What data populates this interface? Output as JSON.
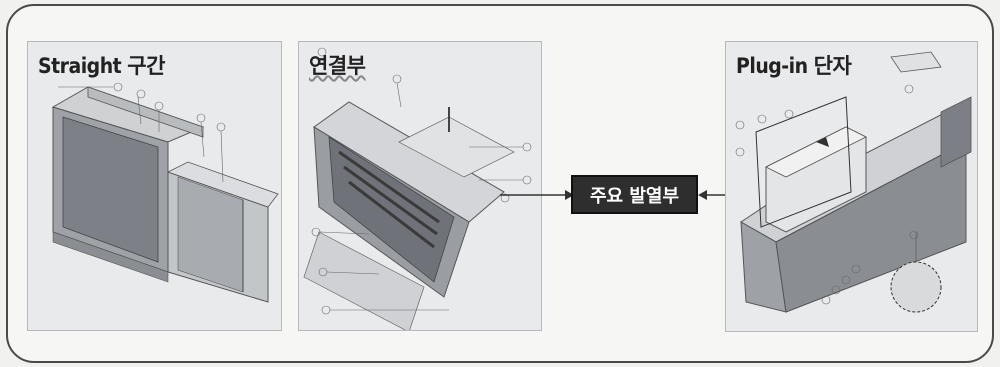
{
  "panels": {
    "straight": {
      "title": "Straight 구간"
    },
    "joint": {
      "title": "연결부"
    },
    "plugin": {
      "title": "Plug-in 단자"
    }
  },
  "callout": {
    "label": "주요 발열부"
  }
}
